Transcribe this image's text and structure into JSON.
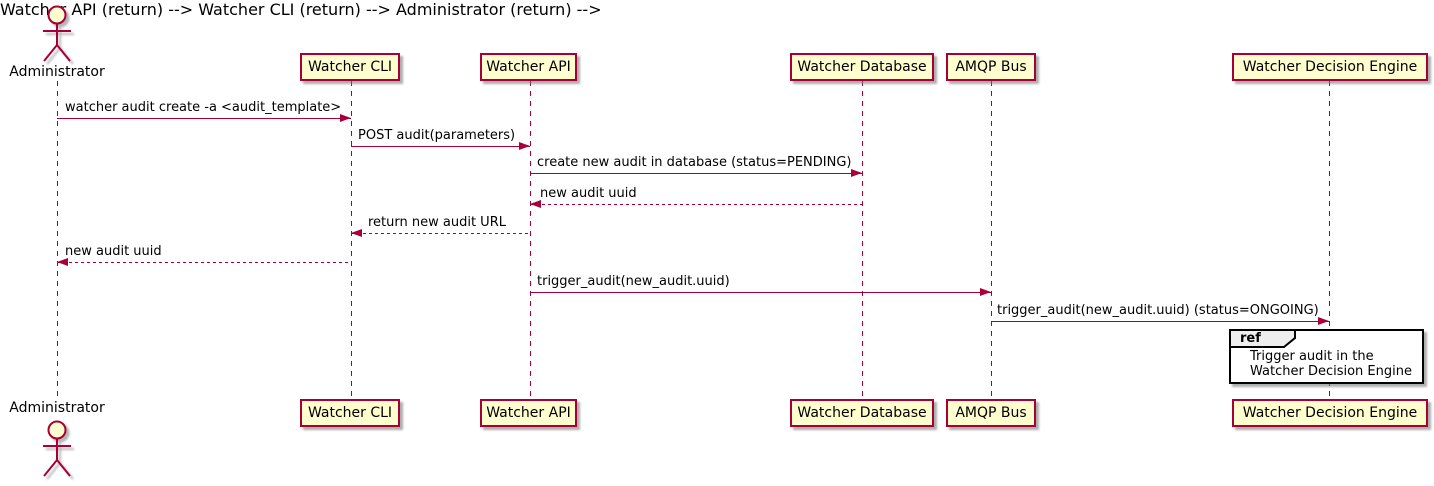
{
  "diagram_type": "sequence-diagram",
  "colors": {
    "accent": "#A80036",
    "participant_fill": "#FEFECE",
    "ref_header_fill": "#EEEEEE",
    "ref_border": "#000000",
    "text": "#000000"
  },
  "actor": {
    "name": "Administrator"
  },
  "participants": [
    {
      "label": "Watcher CLI"
    },
    {
      "label": "Watcher API"
    },
    {
      "label": "Watcher Database"
    },
    {
      "label": "AMQP Bus"
    },
    {
      "label": "Watcher Decision Engine"
    }
  ],
  "messages": [
    {
      "from": "Administrator",
      "to": "Watcher CLI",
      "style": "solid",
      "label": "watcher audit create -a <audit_template>"
    },
    {
      "from": "Watcher CLI",
      "to": "Watcher API",
      "style": "solid",
      "label": "POST audit(parameters)"
    },
    {
      "from": "Watcher API",
      "to": "Watcher Database",
      "style": "solid",
      "label": "create new audit in database (status=PENDING)"
    },
    {
      "from": "Watcher Database",
      "to": "Watcher API",
      "style": "dashed",
      "label": "new audit uuid"
    },
    {
      "from": "Watcher API",
      "to": "Watcher CLI",
      "style": "dashed",
      "label": "return new audit URL"
    },
    {
      "from": "Watcher CLI",
      "to": "Administrator",
      "style": "dashed",
      "label": "new audit uuid"
    },
    {
      "from": "Watcher API",
      "to": "AMQP Bus",
      "style": "solid",
      "label": "trigger_audit(new_audit.uuid)"
    },
    {
      "from": "AMQP Bus",
      "to": "Watcher Decision Engine",
      "style": "solid",
      "label": "trigger_audit(new_audit.uuid) (status=ONGOING)"
    }
  ],
  "ref": {
    "keyword": "ref",
    "lines": [
      "Trigger audit in the",
      "Watcher Decision Engine"
    ]
  }
}
